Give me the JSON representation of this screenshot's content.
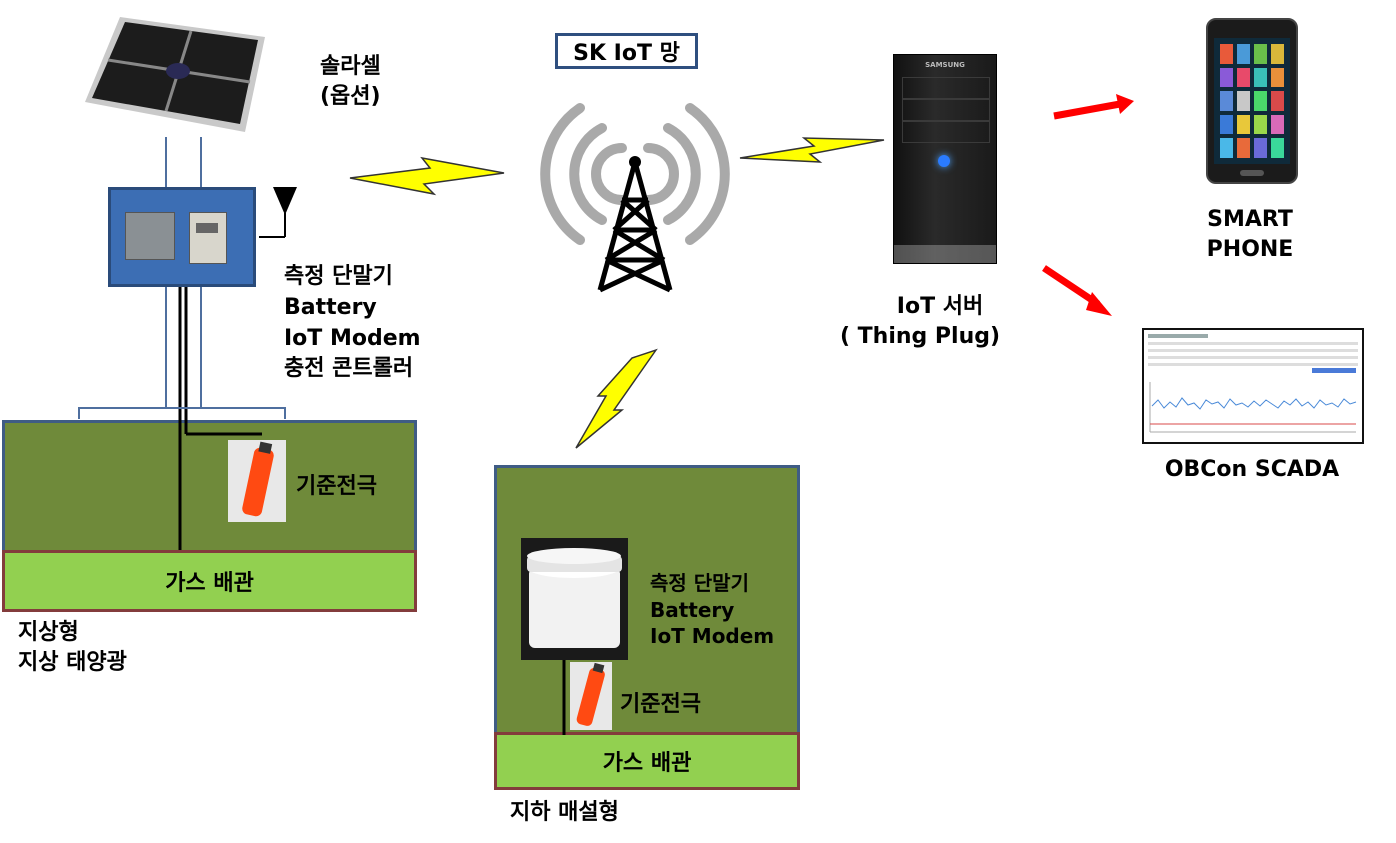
{
  "solar": {
    "label_line1": "솔라셀",
    "label_line2": "(옵션)"
  },
  "network": {
    "label": "SK IoT 망"
  },
  "server": {
    "label_line1": "IoT 서버",
    "label_line2": "( Thing Plug)",
    "brand": "SAMSUNG"
  },
  "phone": {
    "label_line1": "SMART",
    "label_line2": "PHONE"
  },
  "scada": {
    "label": "OBCon SCADA"
  },
  "above_ground": {
    "device_line1": "측정 단말기",
    "device_line2": "Battery",
    "device_line3": "IoT Modem",
    "device_line4": "충전 콘트롤러",
    "electrode": "기준전극",
    "pipe": "가스 배관",
    "type_line1": "지상형",
    "type_line2": "지상 태양광"
  },
  "underground": {
    "device_line1": "측정 단말기",
    "device_line2": "Battery",
    "device_line3": "IoT Modem",
    "electrode": "기준전극",
    "pipe": "가스 배관",
    "type": "지하 매설형"
  },
  "colors": {
    "ground": "#6f8a3a",
    "pipe": "#92d050",
    "pipe_border": "#833c3c",
    "enclosure": "#3c6eb4",
    "lightning": "#ffff00",
    "arrow": "#ff0000"
  }
}
